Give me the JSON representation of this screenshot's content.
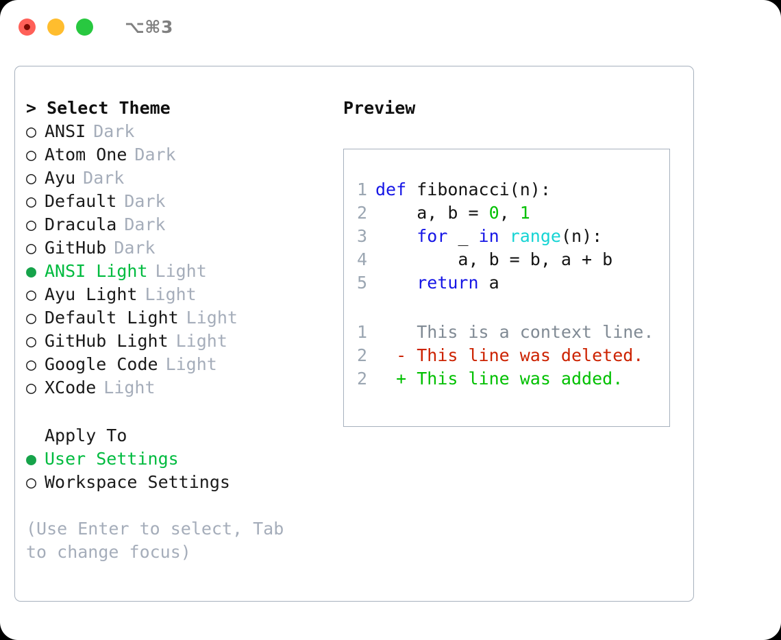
{
  "window": {
    "shortcut": "⌥⌘3",
    "traffic_lights": [
      {
        "name": "close-button",
        "color": "#ff6058"
      },
      {
        "name": "minimize-button",
        "color": "#ffbd2e"
      },
      {
        "name": "maximize-button",
        "color": "#28c840"
      }
    ]
  },
  "theme_panel": {
    "heading": "> Select Theme",
    "selected_bullet": "●",
    "unselected_bullet": "○",
    "items": [
      {
        "bullet": "○",
        "name": "ANSI",
        "kind": "Dark",
        "selected": false
      },
      {
        "bullet": "○",
        "name": "Atom One",
        "kind": "Dark",
        "selected": false
      },
      {
        "bullet": "○",
        "name": "Ayu",
        "kind": "Dark",
        "selected": false
      },
      {
        "bullet": "○",
        "name": "Default",
        "kind": "Dark",
        "selected": false
      },
      {
        "bullet": "○",
        "name": "Dracula",
        "kind": "Dark",
        "selected": false
      },
      {
        "bullet": "○",
        "name": "GitHub",
        "kind": "Dark",
        "selected": false
      },
      {
        "bullet": "●",
        "name": "ANSI Light",
        "kind": "Light",
        "selected": true
      },
      {
        "bullet": "○",
        "name": "Ayu Light",
        "kind": "Light",
        "selected": false
      },
      {
        "bullet": "○",
        "name": "Default Light",
        "kind": "Light",
        "selected": false
      },
      {
        "bullet": "○",
        "name": "GitHub Light",
        "kind": "Light",
        "selected": false
      },
      {
        "bullet": "○",
        "name": "Google Code",
        "kind": "Light",
        "selected": false
      },
      {
        "bullet": "○",
        "name": "XCode",
        "kind": "Light",
        "selected": false
      }
    ]
  },
  "apply_to": {
    "label": "Apply To",
    "options": [
      {
        "bullet": "●",
        "label": "User Settings",
        "selected": true
      },
      {
        "bullet": "○",
        "label": "Workspace Settings",
        "selected": false
      }
    ]
  },
  "hint": "(Use Enter to select, Tab to change focus)",
  "preview": {
    "heading": "Preview",
    "code_lines": [
      {
        "number": "1",
        "tokens": [
          {
            "text": "def ",
            "type": "kw"
          },
          {
            "text": "fibonacci(n):",
            "type": "plain"
          }
        ]
      },
      {
        "number": "2",
        "tokens": [
          {
            "text": "    a, b = ",
            "type": "plain"
          },
          {
            "text": "0",
            "type": "num"
          },
          {
            "text": ", ",
            "type": "plain"
          },
          {
            "text": "1",
            "type": "num"
          }
        ]
      },
      {
        "number": "3",
        "tokens": [
          {
            "text": "    ",
            "type": "plain"
          },
          {
            "text": "for ",
            "type": "kw"
          },
          {
            "text": "_ ",
            "type": "plain"
          },
          {
            "text": "in ",
            "type": "kw"
          },
          {
            "text": "range",
            "type": "fn"
          },
          {
            "text": "(n):",
            "type": "plain"
          }
        ]
      },
      {
        "number": "4",
        "tokens": [
          {
            "text": "        a, b = b, a + b",
            "type": "plain"
          }
        ]
      },
      {
        "number": "5",
        "tokens": [
          {
            "text": "    ",
            "type": "plain"
          },
          {
            "text": "return ",
            "type": "kw"
          },
          {
            "text": "a",
            "type": "plain"
          }
        ]
      }
    ],
    "diff_lines": [
      {
        "number": "1",
        "marker": "  ",
        "text": "This is a context line.",
        "type": "ctx"
      },
      {
        "number": "2",
        "marker": "- ",
        "text": "This line was deleted.",
        "type": "del"
      },
      {
        "number": "2",
        "marker": "+ ",
        "text": "This line was added.",
        "type": "add"
      }
    ]
  },
  "colors": {
    "panel_border": "#a6b0bd",
    "accent_green": "#00bb3f",
    "bullet_green": "#16a34a",
    "muted_gray": "#a5adba",
    "gutter_gray": "#9ba6b2",
    "kw_blue": "#1616e6",
    "fn_cyan": "#16d4d4",
    "num_green": "#00c000",
    "diff_del_red": "#cc2200",
    "diff_add_green": "#00c000",
    "diff_ctx_gray": "#808a94"
  }
}
